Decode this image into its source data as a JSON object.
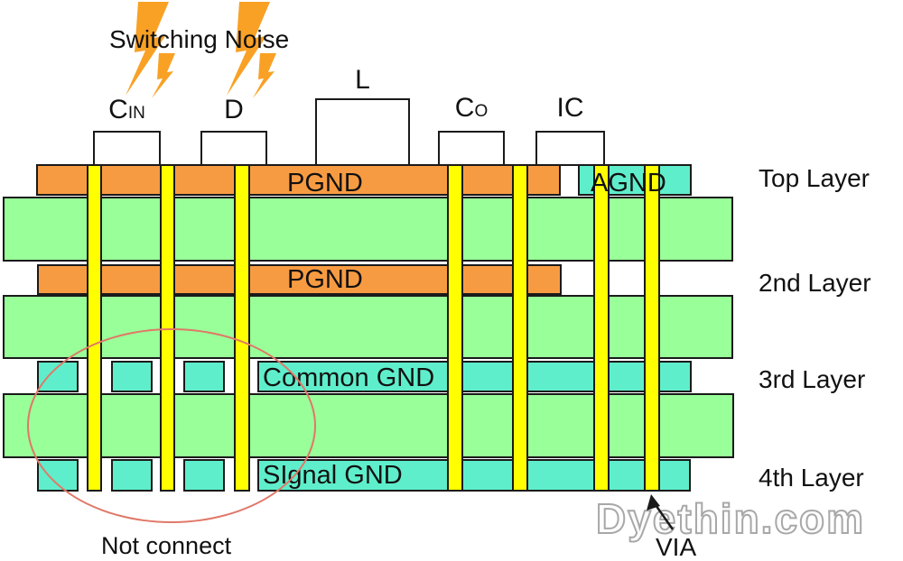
{
  "noise": {
    "label": "Switching Noise"
  },
  "components": {
    "cin": {
      "main": "C",
      "sub": "IN"
    },
    "d": {
      "main": "D"
    },
    "l": {
      "main": "L"
    },
    "co": {
      "main": "C",
      "sub": "O"
    },
    "ic": {
      "main": "IC"
    }
  },
  "planes": {
    "pgnd_top": "PGND",
    "agnd": "AGND",
    "pgnd_2nd": "PGND",
    "common_gnd": "Common GND",
    "signal_gnd": "SIgnal GND"
  },
  "layer_labels": [
    "Top Layer",
    "2nd Layer",
    "3rd Layer",
    "4th Layer"
  ],
  "annotations": {
    "not_connect": "Not connect",
    "via": "VIA"
  },
  "watermark": "Dyethin.com",
  "colors": {
    "copper_power": "#F79B42",
    "copper_ground": "#5FEECB",
    "dielectric": "#99FF99",
    "via": "#FFFF00",
    "outline": "#1A1A1A",
    "lightning": "#F9A125",
    "not_connect_ellipse": "#E07868",
    "watermark": "#A8A8A8"
  }
}
